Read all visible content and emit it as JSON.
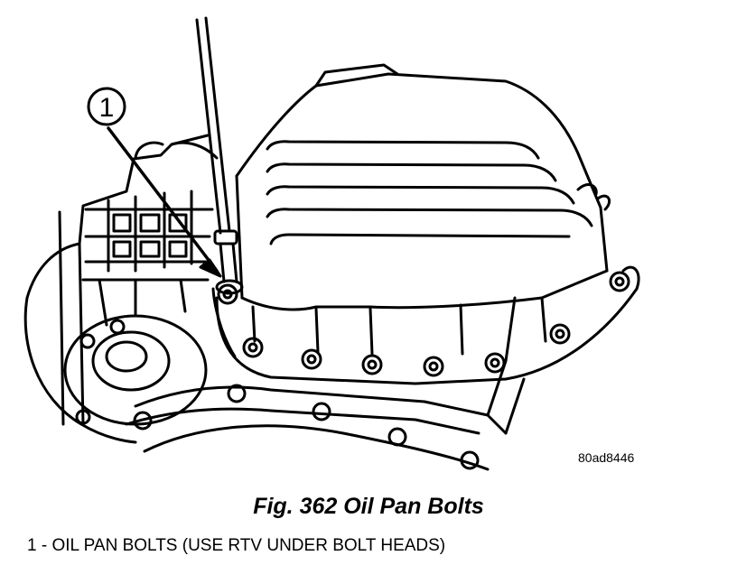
{
  "figure": {
    "title": "Fig. 362 Oil Pan Bolts",
    "image_code": "80ad8446",
    "callouts": [
      {
        "number": "1",
        "target": "oil-pan-bolt"
      }
    ],
    "legend": [
      {
        "text": "1 - OIL PAN BOLTS (USE RTV UNDER BOLT HEADS)"
      }
    ]
  }
}
